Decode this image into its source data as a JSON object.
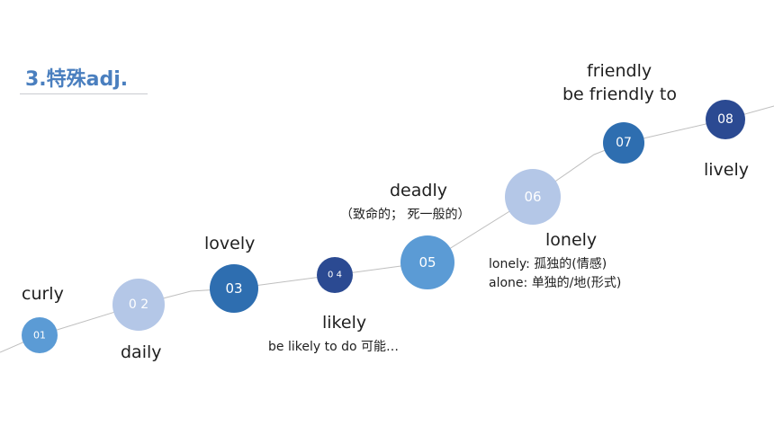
{
  "title": "3.特殊adj.",
  "colors": {
    "light": "#b4c7e7",
    "medium": "#5b9bd5",
    "strong": "#2e6eb0",
    "dark": "#2b4a92",
    "line": "#bfbfbf",
    "title": "#4a7fbf"
  },
  "nodes": [
    {
      "label": "01",
      "word": "curly",
      "tone": "medium"
    },
    {
      "label": "0 2",
      "word": "daily",
      "tone": "light"
    },
    {
      "label": "03",
      "word": "lovely",
      "tone": "strong"
    },
    {
      "label": "0 4",
      "word": "likely",
      "note": "be likely to do 可能…",
      "tone": "dark"
    },
    {
      "label": "05",
      "word": "deadly",
      "note": "（致命的； 死一般的）",
      "tone": "medium"
    },
    {
      "label": "06",
      "word": "lonely",
      "note1": "lonely: 孤独的(情感)",
      "note2": "alone: 单独的/地(形式)",
      "tone": "light"
    },
    {
      "label": "07",
      "word": "friendly",
      "note": "be friendly to",
      "tone": "strong"
    },
    {
      "label": "08",
      "word": "lively",
      "tone": "dark"
    }
  ]
}
